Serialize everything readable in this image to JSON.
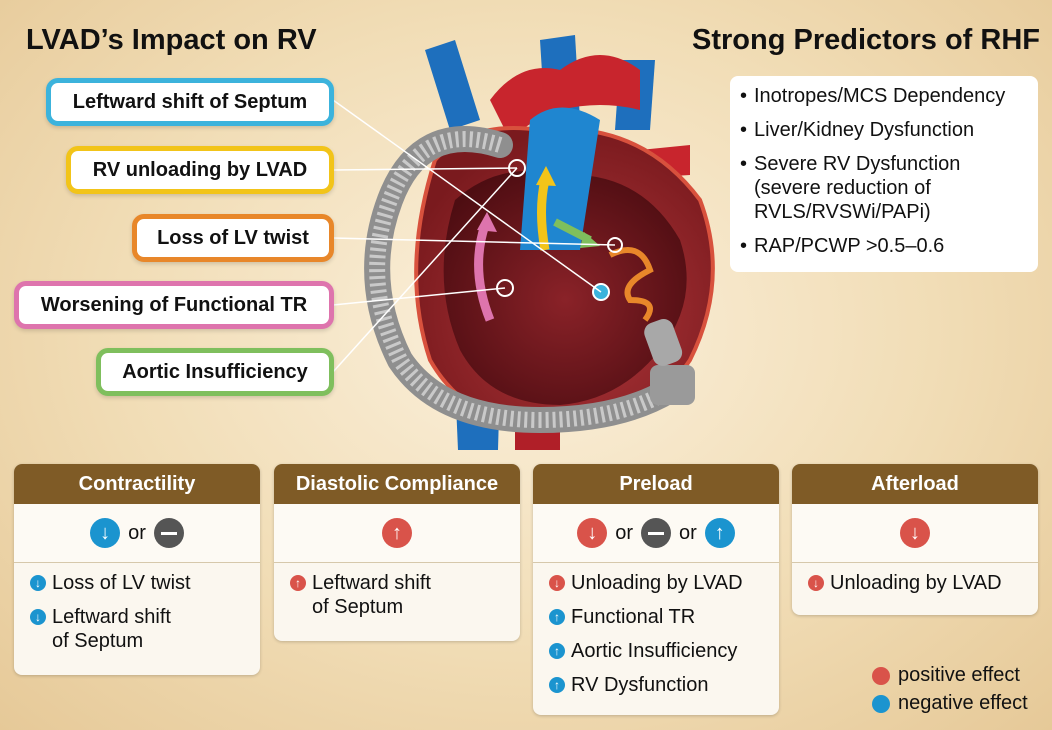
{
  "title_left": "LVAD’s Impact on RV",
  "title_right": "Strong Predictors of RHF",
  "impact_labels": [
    {
      "text": "Leftward shift of Septum",
      "color": "#3cb3dc"
    },
    {
      "text": "RV unloading by LVAD",
      "color": "#f2c419"
    },
    {
      "text": "Loss of LV twist",
      "color": "#e8872a"
    },
    {
      "text": "Worsening of Functional TR",
      "color": "#de74ad"
    },
    {
      "text": "Aortic Insufficiency",
      "color": "#7fbf5d"
    }
  ],
  "predictors": [
    {
      "main": "Inotropes/MCS Dependency"
    },
    {
      "main": "Liver/Kidney Dysfunction"
    },
    {
      "main": "Severe RV Dysfunction",
      "sub1": "(severe reduction of",
      "sub2": "RVLS/RVSWi/PAPi)"
    },
    {
      "main": "RAP/PCWP  >0.5–0.6"
    }
  ],
  "or_word": "or",
  "panels": [
    {
      "title": "Contractility",
      "items": [
        {
          "line1": "Loss of LV twist",
          "effect": "negative"
        },
        {
          "line1": "Leftward shift",
          "line2": "of Septum",
          "effect": "negative"
        }
      ]
    },
    {
      "title": "Diastolic Compliance",
      "items": [
        {
          "line1": "Leftward shift",
          "line2": "of Septum",
          "effect": "positive"
        }
      ]
    },
    {
      "title": "Preload",
      "items": [
        {
          "line1": "Unloading by LVAD",
          "effect": "positive"
        },
        {
          "line1": "Functional TR",
          "effect": "negative"
        },
        {
          "line1": "Aortic Insufficiency",
          "effect": "negative"
        },
        {
          "line1": "RV Dysfunction",
          "effect": "negative"
        }
      ]
    },
    {
      "title": "Afterload",
      "items": [
        {
          "line1": "Unloading by LVAD",
          "effect": "positive"
        }
      ]
    }
  ],
  "legend": {
    "positive": "positive effect",
    "negative": "negative effect",
    "positive_color": "#d9534a",
    "negative_color": "#1b94cf"
  }
}
